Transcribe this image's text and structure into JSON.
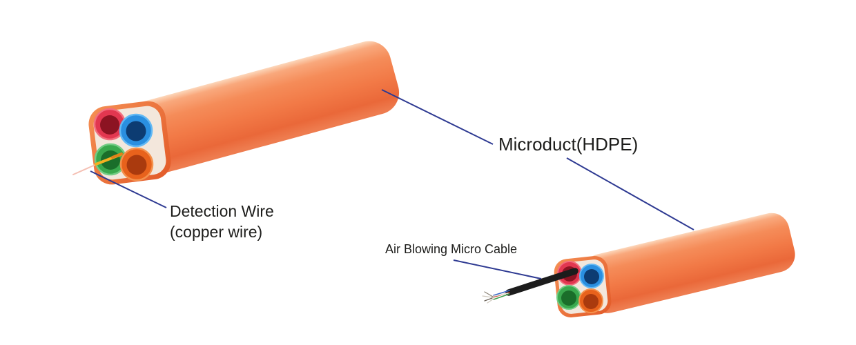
{
  "scene": {
    "background_color": "#ffffff",
    "annotation_line_color": "#2e3a92",
    "text_color": "#1d1d1b"
  },
  "labels": {
    "microduct": "Microduct(HDPE)",
    "detection_wire_line1": "Detection Wire",
    "detection_wire_line2": "(copper wire)",
    "air_blowing_cable": "Air Blowing Micro Cable"
  },
  "illustration": {
    "duct_color": "#f27a47",
    "duct_highlight_color": "#fcd7bb",
    "duct_shadow_color": "#ea6839",
    "face_inner_color": "#f3e7dc",
    "tube_colors": {
      "red": "#e23750",
      "blue": "#2a8fe0",
      "green": "#3aa94e",
      "orange": "#e8621c"
    },
    "tube_hole_colors": {
      "red": "#8c1322",
      "blue": "#0d3c72",
      "green": "#1a6e2a",
      "orange": "#aa3a0e"
    },
    "detection_wire_color": "#f2b021",
    "detection_wire_faint_color": "#f5c0b4",
    "cable_color": "#1c1c1c"
  }
}
